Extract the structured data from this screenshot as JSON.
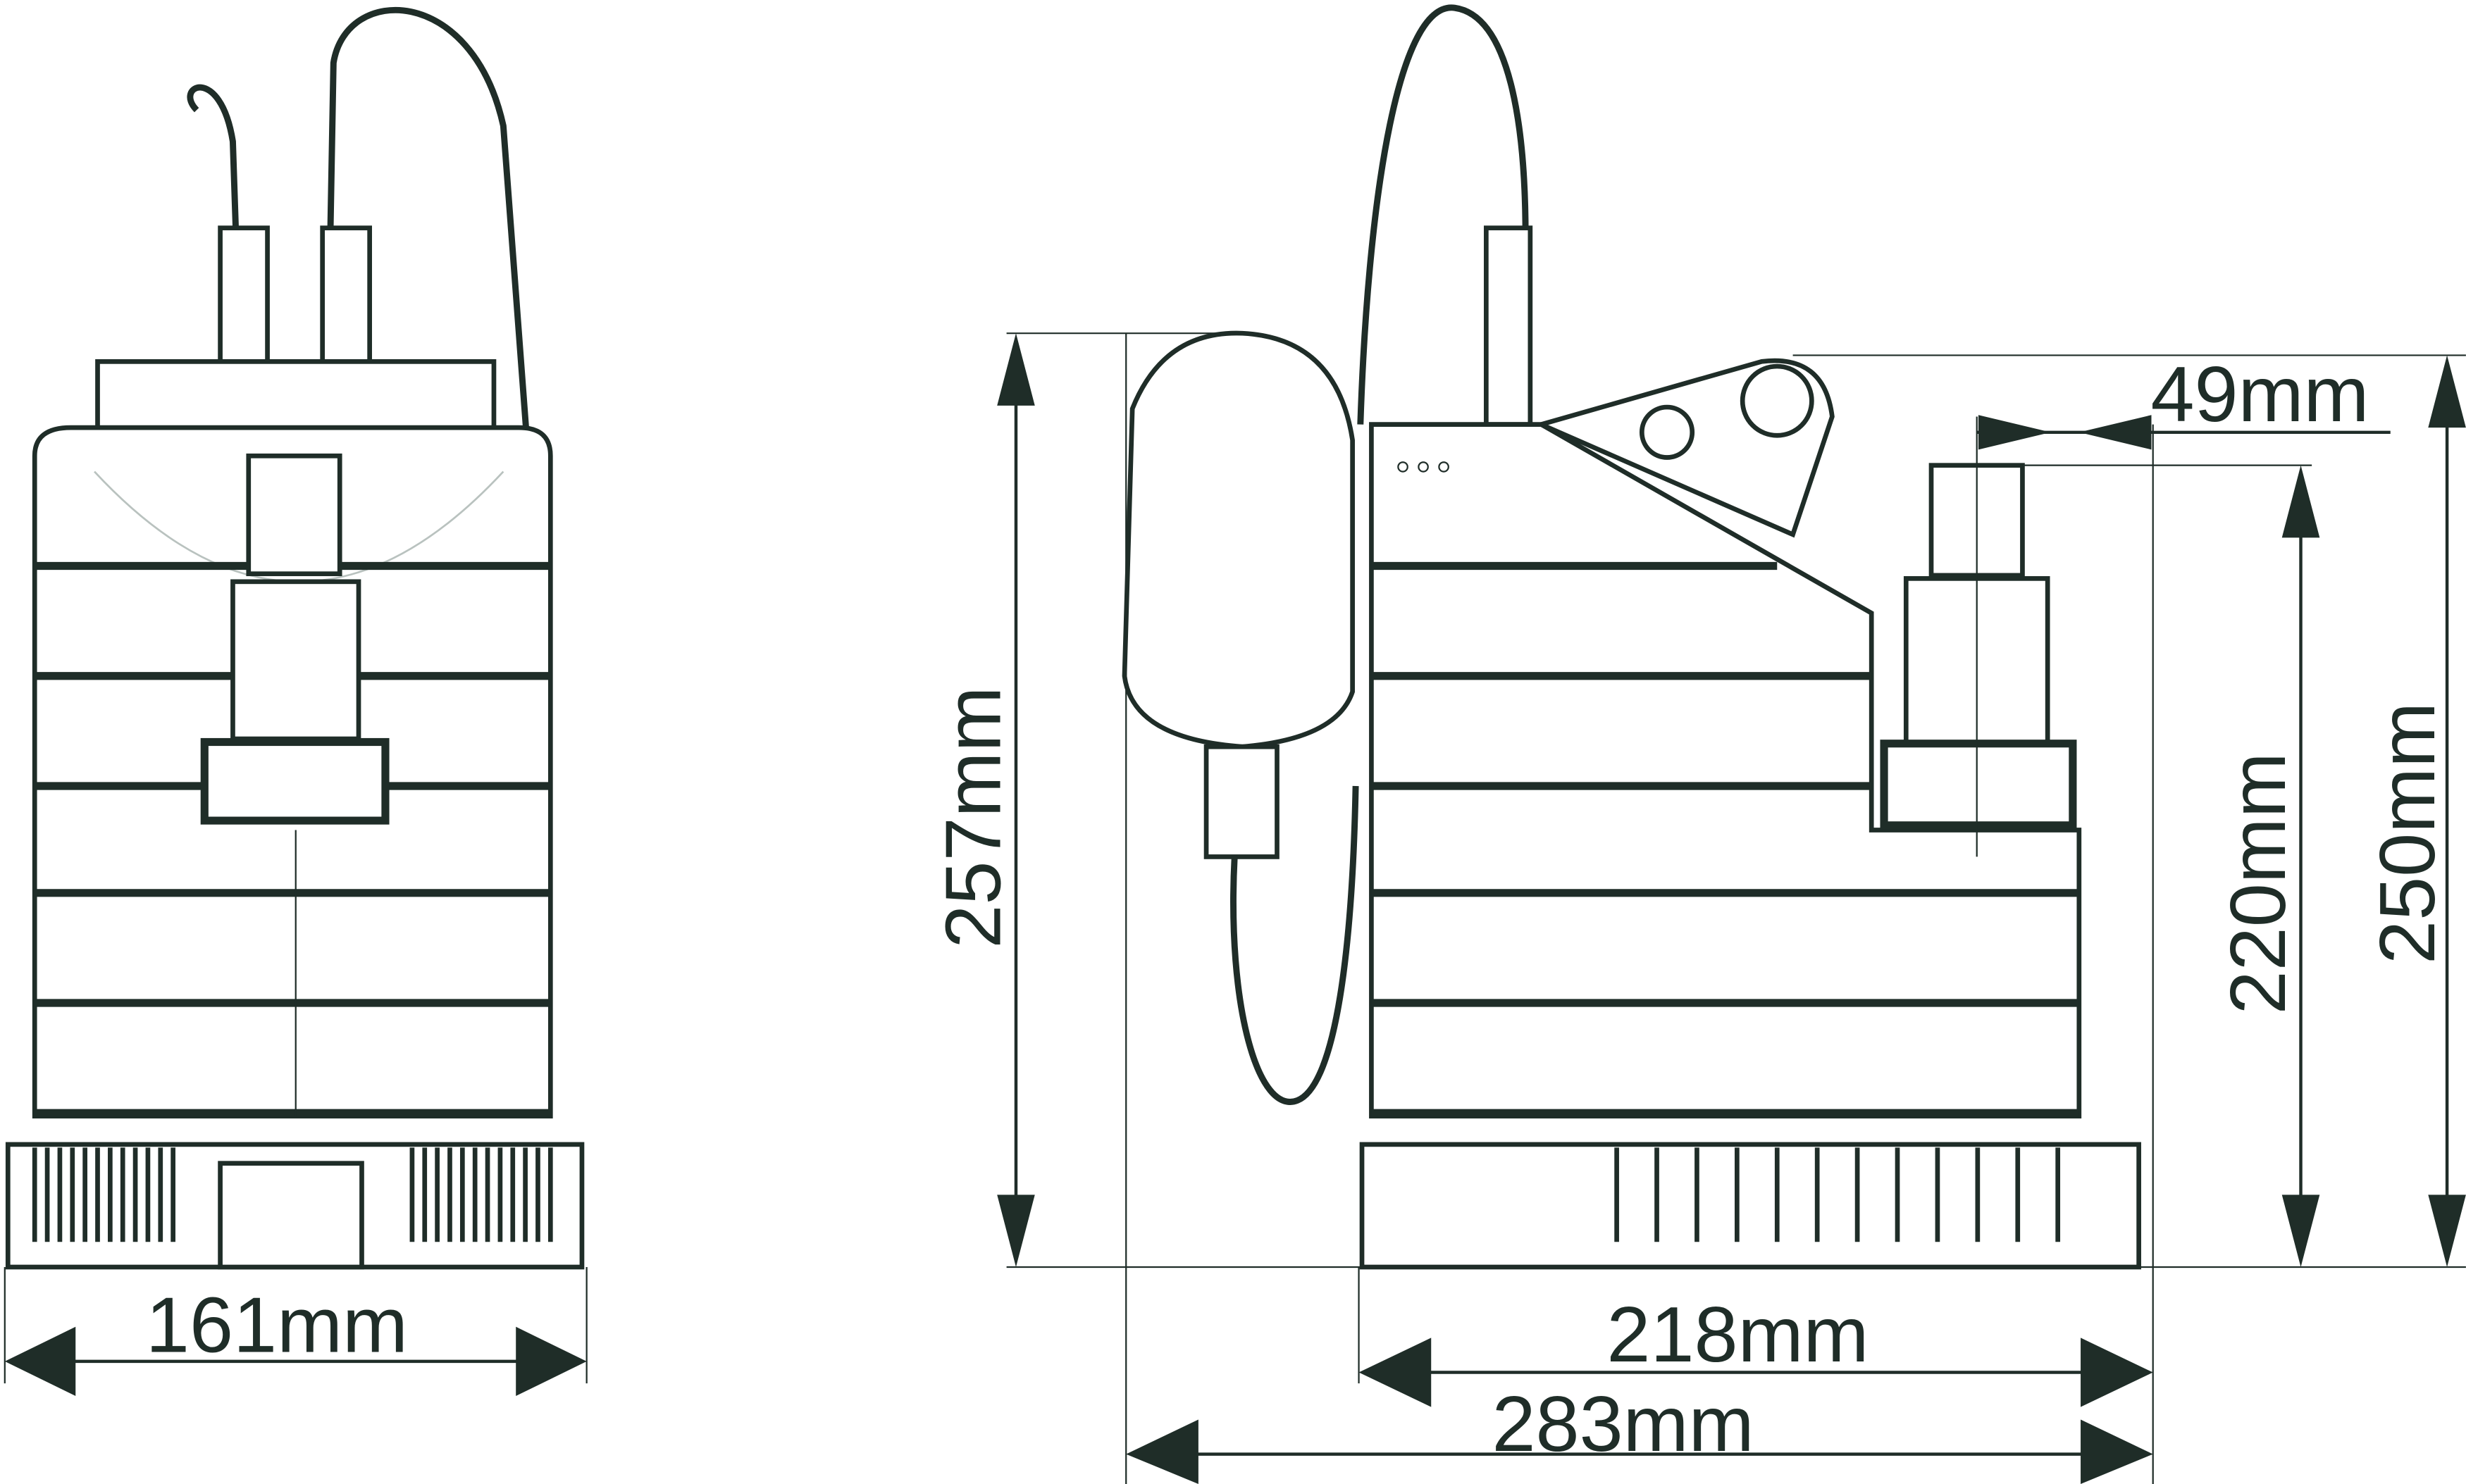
{
  "drawing": {
    "line_color": "#1f2d28",
    "views": [
      "front-view",
      "side-view"
    ],
    "dimensions": {
      "front_width": "161mm",
      "side_base_width": "218mm",
      "overall_width": "283mm",
      "overall_height": "257mm",
      "outlet_height": "220mm",
      "handle_height": "250mm",
      "outlet_offset": "49mm"
    }
  }
}
